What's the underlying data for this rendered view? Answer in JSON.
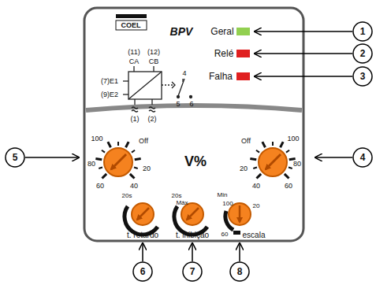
{
  "diagram": {
    "labels": [
      "COEL",
      "BPV",
      "Geral",
      "Relé",
      "Falha",
      "(11)",
      "(12)",
      "CA",
      "CB",
      "(7)E1",
      "(9)E2",
      "4",
      "5",
      "6",
      "(1)",
      "(2)",
      "V%",
      "100",
      "Off",
      "80",
      "20",
      "60",
      "40",
      "Off",
      "100",
      "20",
      "80",
      "40",
      "60",
      "20s",
      "t. retardo",
      "20s",
      "Máx",
      "Min",
      "t. inibição",
      "100",
      "20",
      "60",
      "escala",
      "1",
      "2",
      "3",
      "4",
      "5",
      "6",
      "7",
      "8"
    ]
  }
}
